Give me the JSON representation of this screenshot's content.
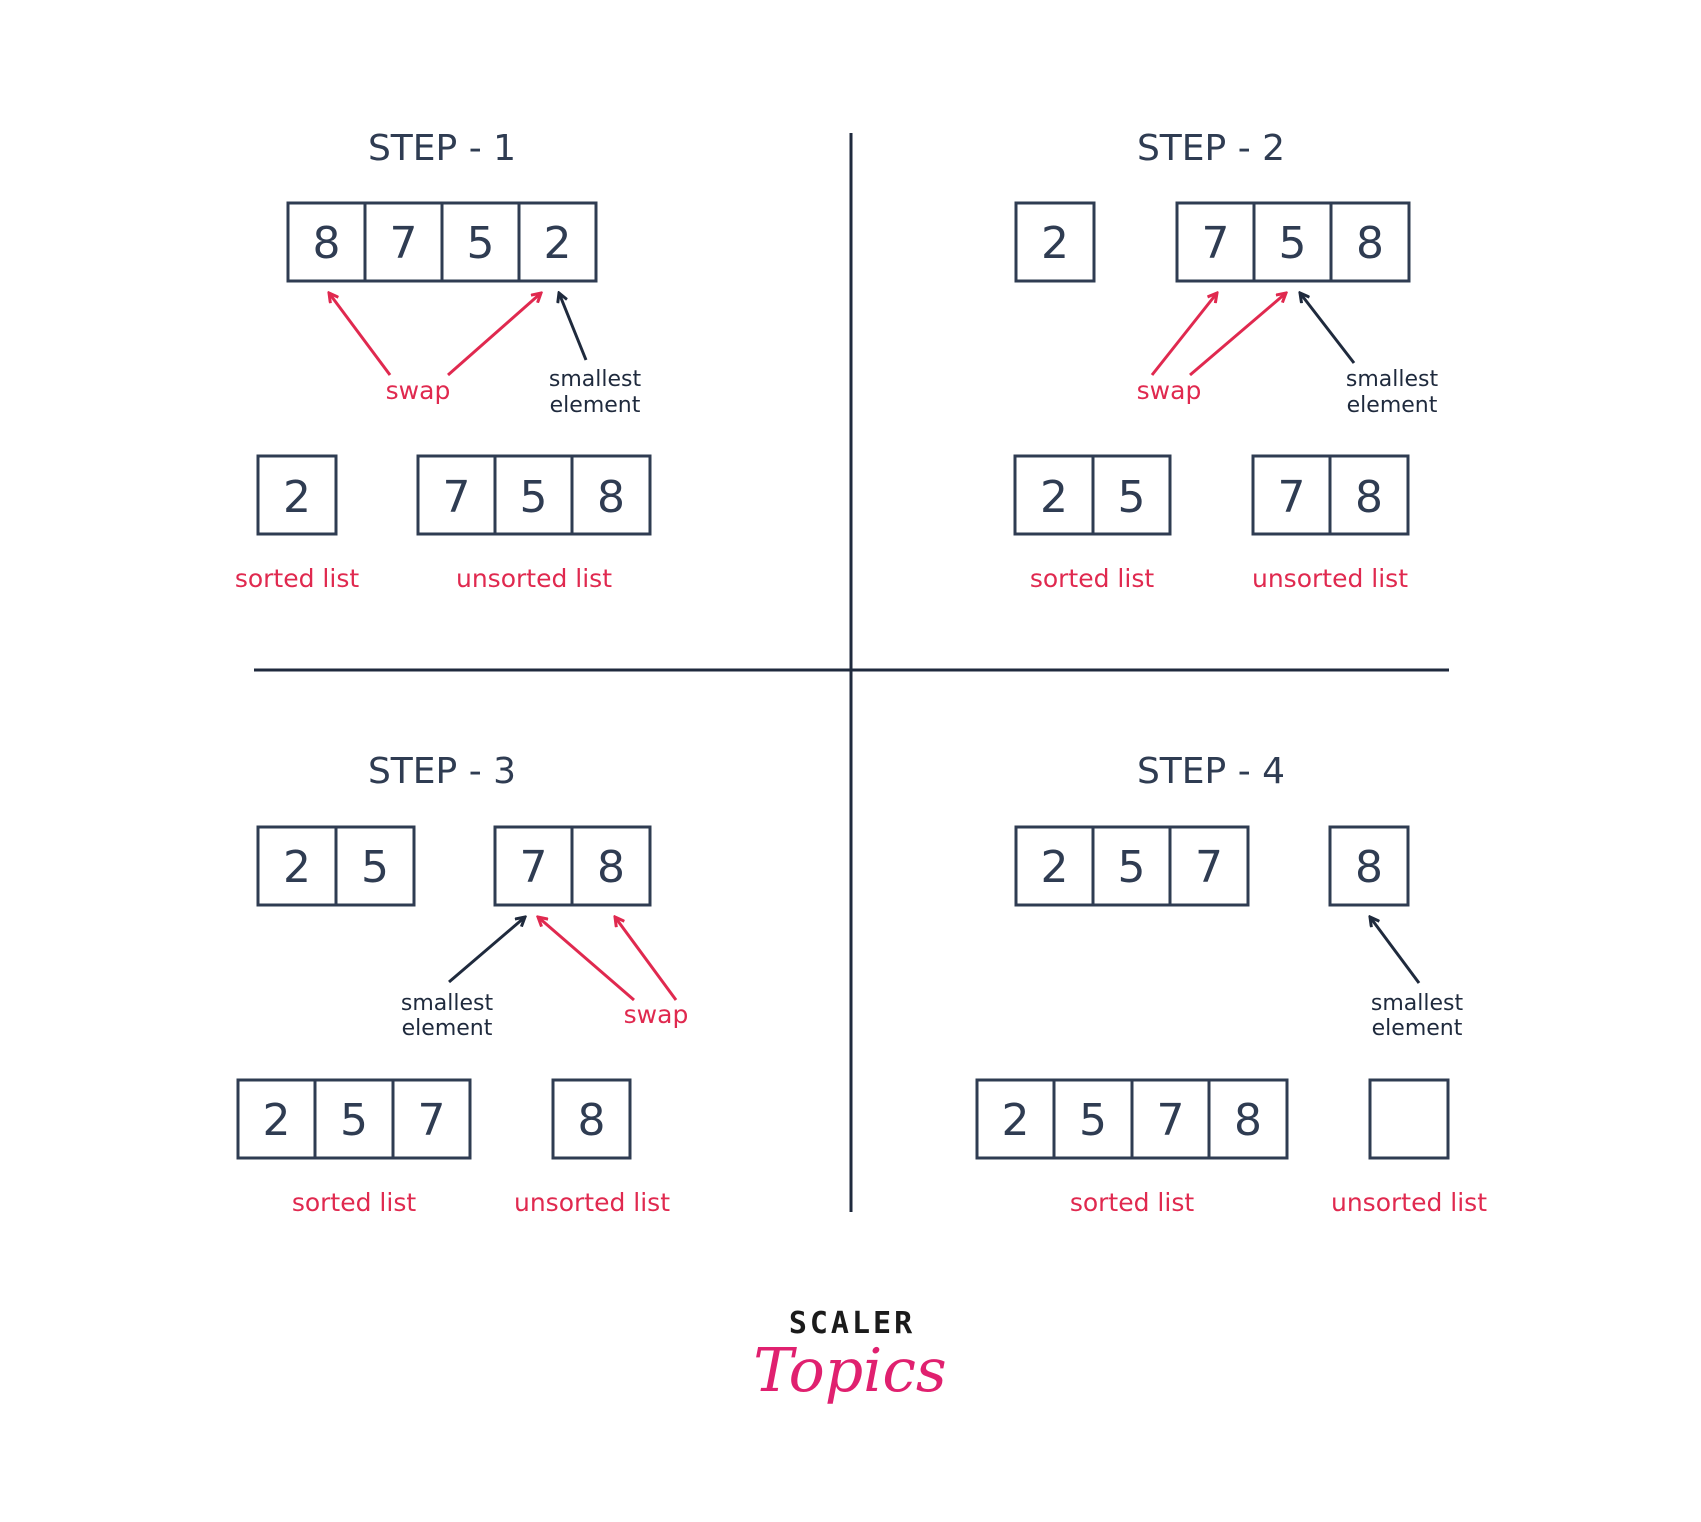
{
  "steps": [
    {
      "title": "STEP - 1",
      "top_arrays": [
        [
          "8",
          "7",
          "5",
          "2"
        ]
      ],
      "bottom_arrays": [
        [
          "2"
        ],
        [
          "7",
          "5",
          "8"
        ]
      ],
      "swap_label": "swap",
      "smallest_label": [
        "smallest",
        "element"
      ],
      "sorted_label": "sorted list",
      "unsorted_label": "unsorted list"
    },
    {
      "title": "STEP - 2",
      "top_arrays": [
        [
          "2"
        ],
        [
          "7",
          "5",
          "8"
        ]
      ],
      "bottom_arrays": [
        [
          "2",
          "5"
        ],
        [
          "7",
          "8"
        ]
      ],
      "swap_label": "swap",
      "smallest_label": [
        "smallest",
        "element"
      ],
      "sorted_label": "sorted list",
      "unsorted_label": "unsorted list"
    },
    {
      "title": "STEP - 3",
      "top_arrays": [
        [
          "2",
          "5"
        ],
        [
          "7",
          "8"
        ]
      ],
      "bottom_arrays": [
        [
          "2",
          "5",
          "7"
        ],
        [
          "8"
        ]
      ],
      "swap_label": "swap",
      "smallest_label": [
        "smallest",
        "element"
      ],
      "sorted_label": "sorted list",
      "unsorted_label": "unsorted list"
    },
    {
      "title": "STEP - 4",
      "top_arrays": [
        [
          "2",
          "5",
          "7"
        ],
        [
          "8"
        ]
      ],
      "bottom_arrays": [
        [
          "2",
          "5",
          "7",
          "8"
        ],
        [
          ""
        ]
      ],
      "smallest_label": [
        "smallest",
        "element"
      ],
      "sorted_label": "sorted list",
      "unsorted_label": "unsorted list"
    }
  ],
  "logo": {
    "top": "SCALER",
    "bottom": "Topics"
  },
  "colors": {
    "dark": "#2f3c52",
    "red": "#e0294f",
    "logo_pink": "#e0206f"
  }
}
